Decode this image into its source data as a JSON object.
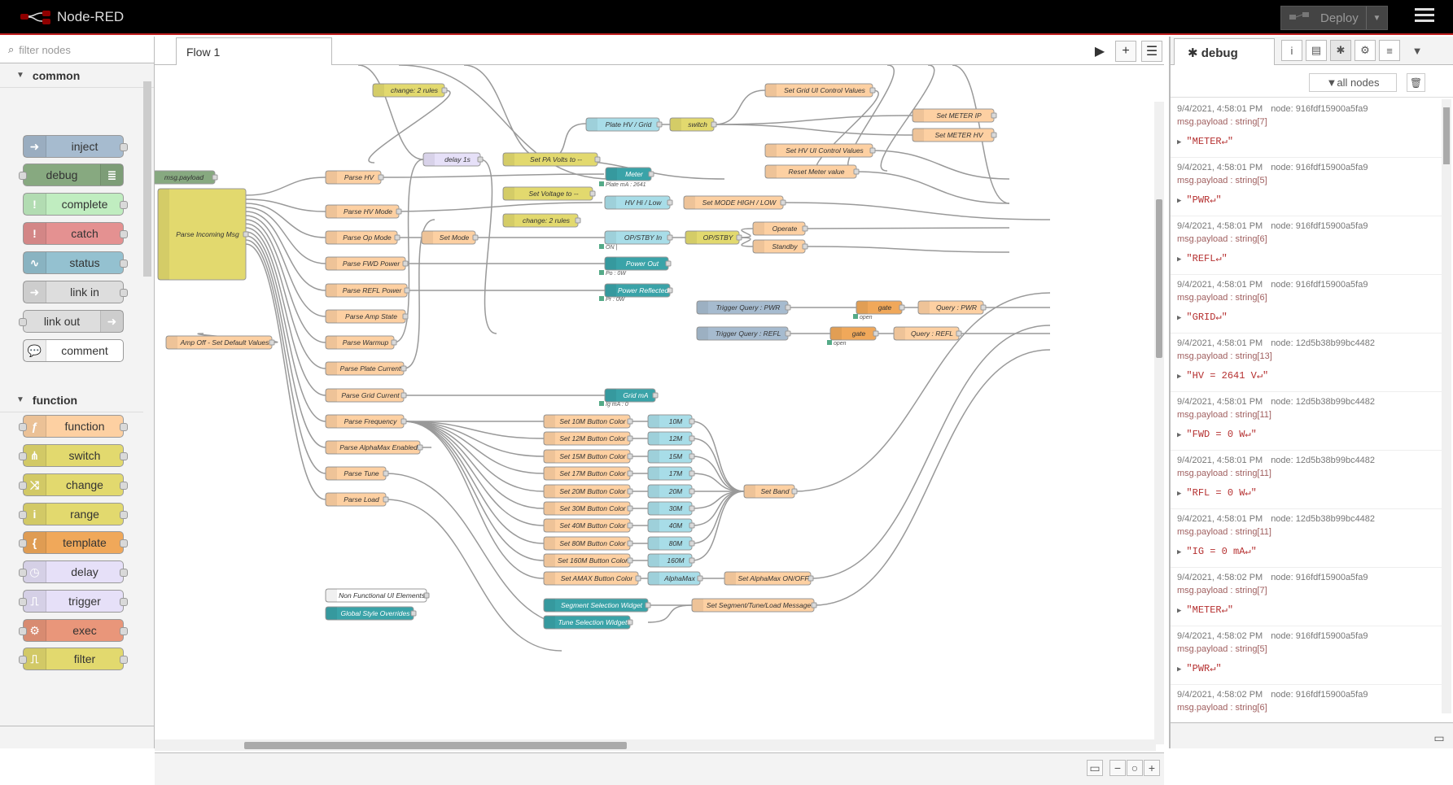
{
  "app": {
    "title": "Node-RED",
    "deploy_label": "Deploy"
  },
  "palette": {
    "filter_placeholder": "filter nodes",
    "categories": [
      {
        "label": "common"
      },
      {
        "label": "function"
      }
    ],
    "nodes": [
      {
        "label": "inject",
        "color": "#a6bbcf",
        "icon": "inject-icon"
      },
      {
        "label": "debug",
        "color": "#87a980",
        "icon": "debug-icon"
      },
      {
        "label": "complete",
        "color": "#c0edc0",
        "icon": "complete-icon"
      },
      {
        "label": "catch",
        "color": "#e49191",
        "icon": "catch-icon"
      },
      {
        "label": "status",
        "color": "#94c1d0",
        "icon": "status-icon"
      },
      {
        "label": "link in",
        "color": "#dddddd",
        "icon": "link-in-icon"
      },
      {
        "label": "link out",
        "color": "#dddddd",
        "icon": "link-out-icon"
      },
      {
        "label": "comment",
        "color": "#ffffff",
        "icon": "comment-icon"
      },
      {
        "label": "function",
        "color": "#fdd0a2",
        "icon": "function-icon"
      },
      {
        "label": "switch",
        "color": "#e2d96e",
        "icon": "switch-icon"
      },
      {
        "label": "change",
        "color": "#e2d96e",
        "icon": "change-icon"
      },
      {
        "label": "range",
        "color": "#e2d96e",
        "icon": "range-icon"
      },
      {
        "label": "template",
        "color": "#f0a85a",
        "icon": "template-icon"
      },
      {
        "label": "delay",
        "color": "#e6e0f8",
        "icon": "delay-icon"
      },
      {
        "label": "trigger",
        "color": "#e6e0f8",
        "icon": "trigger-icon"
      },
      {
        "label": "exec",
        "color": "#e9967a",
        "icon": "exec-icon"
      },
      {
        "label": "filter",
        "color": "#e2d96e",
        "icon": "filter-icon"
      }
    ]
  },
  "workspace": {
    "tab_label": "Flow 1"
  },
  "flow": {
    "nodes": [
      {
        "label": "change: 2 rules",
        "color": "#e2d96e"
      },
      {
        "label": "Set Grid UI Control Values",
        "color": "#fdd0a2"
      },
      {
        "label": "Plate HV / Grid",
        "color": "#a8dde8"
      },
      {
        "label": "switch",
        "color": "#e2d96e"
      },
      {
        "label": "Set METER IP",
        "color": "#fdd0a2"
      },
      {
        "label": "Set METER HV",
        "color": "#fdd0a2"
      },
      {
        "label": "delay 1s",
        "color": "#e6e0f8"
      },
      {
        "label": "Set PA Volts to --",
        "color": "#e2d96e"
      },
      {
        "label": "Set HV UI Control Values",
        "color": "#fdd0a2"
      },
      {
        "label": "Reset Meter value",
        "color": "#fdd0a2"
      },
      {
        "label": "msg.payload",
        "color": "#87a980"
      },
      {
        "label": "Parse HV",
        "color": "#fdd0a2"
      },
      {
        "label": "Meter",
        "color": "#3aa3a8"
      },
      {
        "label": "Plate mA : 2641",
        "color": "#3aa3a8"
      },
      {
        "label": "Set Voltage to --",
        "color": "#e2d96e"
      },
      {
        "label": "Parse HV Mode",
        "color": "#fdd0a2"
      },
      {
        "label": "HV Hi / Low",
        "color": "#a8dde8"
      },
      {
        "label": "Set MODE HIGH / LOW",
        "color": "#fdd0a2"
      },
      {
        "label": "change: 2 rules",
        "color": "#e2d96e"
      },
      {
        "label": "Parse Incoming Msg",
        "color": "#e2d96e"
      },
      {
        "label": "Parse Op Mode",
        "color": "#fdd0a2"
      },
      {
        "label": "Set Mode",
        "color": "#fdd0a2"
      },
      {
        "label": "OP/STBY In",
        "color": "#a8dde8"
      },
      {
        "label": "OP/STBY",
        "color": "#e2d96e"
      },
      {
        "label": "Operate",
        "color": "#fdd0a2"
      },
      {
        "label": "Standby",
        "color": "#fdd0a2"
      },
      {
        "label": "ON |",
        "color": "#3aa3a8"
      },
      {
        "label": "Parse FWD Power",
        "color": "#fdd0a2"
      },
      {
        "label": "Power Out",
        "color": "#3aa3a8"
      },
      {
        "label": "Po : 0W",
        "color": "#3aa3a8"
      },
      {
        "label": "Parse REFL Power",
        "color": "#fdd0a2"
      },
      {
        "label": "Power Reflected",
        "color": "#3aa3a8"
      },
      {
        "label": "Pr : 0W",
        "color": "#3aa3a8"
      },
      {
        "label": "Trigger Query : PWR",
        "color": "#a6bbcf"
      },
      {
        "label": "gate",
        "color": "#f0a85a"
      },
      {
        "label": "open",
        "color": "#f0a85a"
      },
      {
        "label": "Query : PWR",
        "color": "#fdd0a2"
      },
      {
        "label": "Parse Amp State",
        "color": "#fdd0a2"
      },
      {
        "label": "Trigger Query : REFL",
        "color": "#a6bbcf"
      },
      {
        "label": "gate",
        "color": "#f0a85a"
      },
      {
        "label": "open",
        "color": "#f0a85a"
      },
      {
        "label": "Query : REFL",
        "color": "#fdd0a2"
      },
      {
        "label": "Amp Off - Set Default Values",
        "color": "#fdd0a2"
      },
      {
        "label": "Parse Warmup",
        "color": "#fdd0a2"
      },
      {
        "label": "Parse Plate Current",
        "color": "#fdd0a2"
      },
      {
        "label": "Parse Grid Current",
        "color": "#fdd0a2"
      },
      {
        "label": "Grid mA",
        "color": "#3aa3a8"
      },
      {
        "label": "Ig mA : 0",
        "color": "#3aa3a8"
      },
      {
        "label": "Parse Frequency",
        "color": "#fdd0a2"
      },
      {
        "label": "Set 10M Button Color",
        "color": "#fdd0a2"
      },
      {
        "label": "10M",
        "color": "#a8dde8"
      },
      {
        "label": "Set 12M Button Color",
        "color": "#fdd0a2"
      },
      {
        "label": "12M",
        "color": "#a8dde8"
      },
      {
        "label": "Parse AlphaMax Enabled",
        "color": "#fdd0a2"
      },
      {
        "label": "Set 15M Button Color",
        "color": "#fdd0a2"
      },
      {
        "label": "15M",
        "color": "#a8dde8"
      },
      {
        "label": "Parse Tune",
        "color": "#fdd0a2"
      },
      {
        "label": "Set 17M Button Color",
        "color": "#fdd0a2"
      },
      {
        "label": "17M",
        "color": "#a8dde8"
      },
      {
        "label": "Set 20M Button Color",
        "color": "#fdd0a2"
      },
      {
        "label": "20M",
        "color": "#a8dde8"
      },
      {
        "label": "Set Band",
        "color": "#fdd0a2"
      },
      {
        "label": "Parse Load",
        "color": "#fdd0a2"
      },
      {
        "label": "Set 30M Button Color",
        "color": "#fdd0a2"
      },
      {
        "label": "30M",
        "color": "#a8dde8"
      },
      {
        "label": "Set 40M Button Color",
        "color": "#fdd0a2"
      },
      {
        "label": "40M",
        "color": "#a8dde8"
      },
      {
        "label": "Set 80M Button Color",
        "color": "#fdd0a2"
      },
      {
        "label": "80M",
        "color": "#a8dde8"
      },
      {
        "label": "Set 160M Button Color",
        "color": "#fdd0a2"
      },
      {
        "label": "160M",
        "color": "#a8dde8"
      },
      {
        "label": "Set AMAX Button Color",
        "color": "#fdd0a2"
      },
      {
        "label": "AlphaMax",
        "color": "#a8dde8"
      },
      {
        "label": "Set AlphaMax ON/OFF",
        "color": "#fdd0a2"
      },
      {
        "label": "Non Functional UI Elements",
        "color": "#ffffff"
      },
      {
        "label": "Global Style Overrides",
        "color": "#3aa3a8"
      },
      {
        "label": "Segment Selection Widget",
        "color": "#3aa3a8"
      },
      {
        "label": "Set Segment/Tune/Load Message",
        "color": "#fdd0a2"
      },
      {
        "label": "Tune Selection Widget",
        "color": "#3aa3a8"
      }
    ]
  },
  "sidebar": {
    "tab_label": "debug",
    "filter_label": "all nodes",
    "messages": [
      {
        "time": "9/4/2021, 4:58:01 PM",
        "node": "node: 916fdf15900a5fa9",
        "type": "msg.payload : string[7]",
        "value": "\"METER↵\""
      },
      {
        "time": "9/4/2021, 4:58:01 PM",
        "node": "node: 916fdf15900a5fa9",
        "type": "msg.payload : string[5]",
        "value": "\"PWR↵\""
      },
      {
        "time": "9/4/2021, 4:58:01 PM",
        "node": "node: 916fdf15900a5fa9",
        "type": "msg.payload : string[6]",
        "value": "\"REFL↵\""
      },
      {
        "time": "9/4/2021, 4:58:01 PM",
        "node": "node: 916fdf15900a5fa9",
        "type": "msg.payload : string[6]",
        "value": "\"GRID↵\""
      },
      {
        "time": "9/4/2021, 4:58:01 PM",
        "node": "node: 12d5b38b99bc4482",
        "type": "msg.payload : string[13]",
        "value": "\"HV = 2641 V↵\""
      },
      {
        "time": "9/4/2021, 4:58:01 PM",
        "node": "node: 12d5b38b99bc4482",
        "type": "msg.payload : string[11]",
        "value": "\"FWD = 0 W↵\""
      },
      {
        "time": "9/4/2021, 4:58:01 PM",
        "node": "node: 12d5b38b99bc4482",
        "type": "msg.payload : string[11]",
        "value": "\"RFL = 0 W↵\""
      },
      {
        "time": "9/4/2021, 4:58:01 PM",
        "node": "node: 12d5b38b99bc4482",
        "type": "msg.payload : string[11]",
        "value": "\"IG = 0 mA↵\""
      },
      {
        "time": "9/4/2021, 4:58:02 PM",
        "node": "node: 916fdf15900a5fa9",
        "type": "msg.payload : string[7]",
        "value": "\"METER↵\""
      },
      {
        "time": "9/4/2021, 4:58:02 PM",
        "node": "node: 916fdf15900a5fa9",
        "type": "msg.payload : string[5]",
        "value": "\"PWR↵\""
      },
      {
        "time": "9/4/2021, 4:58:02 PM",
        "node": "node: 916fdf15900a5fa9",
        "type": "msg.payload : string[6]",
        "value": ""
      }
    ]
  }
}
